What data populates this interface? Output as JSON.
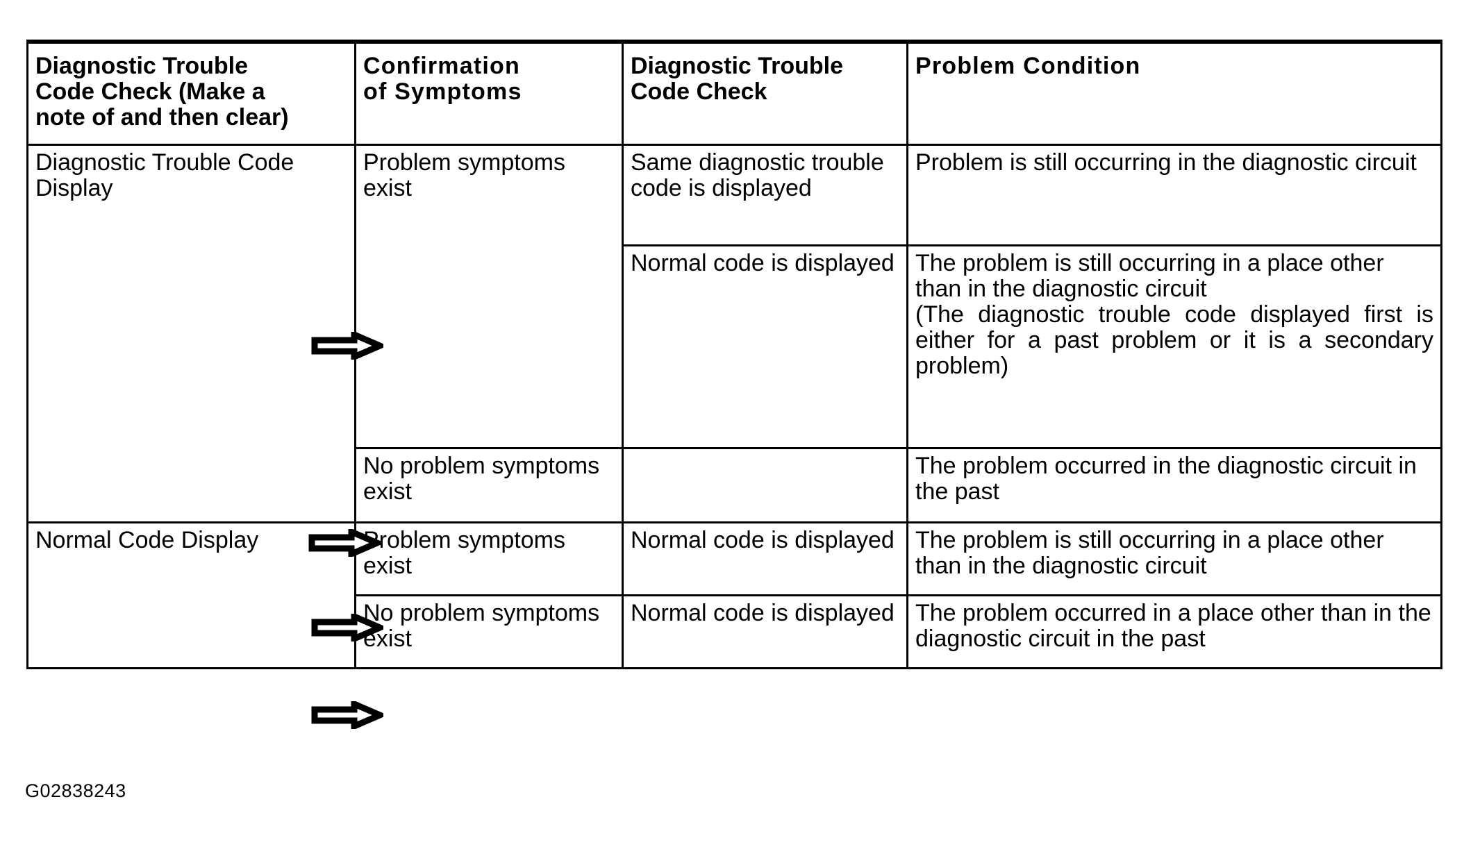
{
  "figure": {
    "caption": "G02838243"
  },
  "table": {
    "columns": [
      {
        "label": "Diagnostic Trouble Code Check (Make a note of and then clear)",
        "align": "left"
      },
      {
        "label": "Confirmation of Symptoms",
        "align": "center"
      },
      {
        "label": "Diagnostic Trouble Code Check",
        "align": "left"
      },
      {
        "label": "Problem Condition",
        "align": "center"
      }
    ],
    "headers": {
      "col1_line1": "Diagnostic Trouble",
      "col1_line2": "Code Check (Make a",
      "col1_line3": "note of and then clear)",
      "col2_line1": "Confirmation",
      "col2_line2": "of Symptoms",
      "col3_line1": "Diagnostic Trouble",
      "col3_line2": "Code Check",
      "col4_line1": "Problem Condition"
    },
    "rows": [
      {
        "dtc_check_first": "Diagnostic Trouble Code Display",
        "confirmation": "Problem symptoms exist",
        "dtc_check_second": "Same diagnostic trouble code is displayed",
        "problem_condition": "Problem is still occurring in the diagnostic circuit"
      },
      {
        "dtc_check_first": "",
        "confirmation": "",
        "dtc_check_second": "Normal code is displayed",
        "problem_condition": "The problem is still occurring in a place other than in the diagnostic circuit",
        "problem_condition_note": "(The diagnostic trouble code displayed first is either for a past problem or it is a secondary problem)"
      },
      {
        "dtc_check_first": "",
        "confirmation": "No problem symptoms exist",
        "dtc_check_second": "",
        "problem_condition": "The problem occurred in the diagnostic circuit in the past"
      },
      {
        "dtc_check_first": "Normal Code Display",
        "confirmation": "Problem symptoms exist",
        "dtc_check_second": "Normal code is displayed",
        "problem_condition": "The problem is still occurring in a place other than in the diagnostic circuit"
      },
      {
        "dtc_check_first": "",
        "confirmation": "No problem symptoms exist",
        "dtc_check_second": "Normal code is displayed",
        "problem_condition": "The problem occurred in a place other than in the diagnostic circuit in the past"
      }
    ],
    "arrows": [
      {
        "name": "flow-arrow-1",
        "icon": "block-arrow-right-icon"
      },
      {
        "name": "flow-arrow-2",
        "icon": "block-arrow-right-icon"
      },
      {
        "name": "flow-arrow-3",
        "icon": "block-arrow-right-icon"
      },
      {
        "name": "flow-arrow-4",
        "icon": "block-arrow-right-icon"
      }
    ]
  },
  "colors": {
    "ink": "#000000",
    "paper": "#ffffff"
  }
}
